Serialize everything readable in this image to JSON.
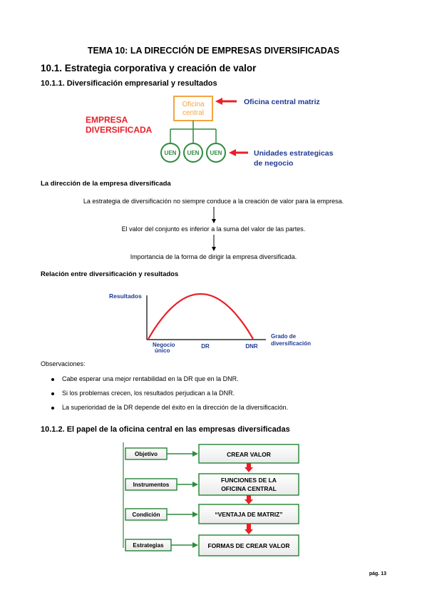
{
  "title": "TEMA 10: LA DIRECCIÓN DE EMPRESAS DIVERSIFICADAS",
  "section_10_1": "10.1.  Estrategia corporativa y creación de valor",
  "section_10_1_1": "10.1.1.   Diversificación empresarial y resultados",
  "diagram1": {
    "empresa_line1": "EMPRESA",
    "empresa_line2": "DIVERSIFICADA",
    "oficina_line1": "Oficina",
    "oficina_line2": "central",
    "oficina_label": "Oficina central  matriz",
    "uen": "UEN",
    "unidades_line1": "Unidades estrategicas",
    "unidades_line2": "de negocio",
    "colors": {
      "red": "#e8202a",
      "orange": "#f2a541",
      "green": "#2e8b3e",
      "blue": "#1f3a93"
    }
  },
  "direccion_heading": "La dirección de la empresa diversificada",
  "flow": [
    "La estrategia de diversificación no siempre conduce a la creación de valor para la empresa.",
    "El valor del conjunto es inferior a la suma del valor de las partes.",
    "Importancia de la forma de dirigir la empresa diversificada."
  ],
  "relacion_heading": "Relación entre diversificación y resultados",
  "chart_data": {
    "type": "line",
    "ylabel": "Resultados",
    "xlabel_line1": "Grado de",
    "xlabel_line2": "diversificación",
    "categories_line1": "Negocio",
    "categories_line2": "único",
    "category_dr": "DR",
    "category_dnr": "DNR",
    "series": [
      {
        "x": [
          0,
          0.5,
          1
        ],
        "y": [
          0,
          1,
          0
        ]
      }
    ],
    "curve_color": "#e8202a"
  },
  "observaciones_heading": "Observaciones:",
  "observaciones": [
    "Cabe esperar una mejor rentabilidad en la DR que en la DNR.",
    "Si los problemas crecen, los resultados perjudican a la DNR.",
    "La superioridad de la DR depende del éxito en la dirección de la diversificación."
  ],
  "section_10_1_2": "10.1.2.   El papel de la oficina central en las empresas diversificadas",
  "oficina_diagram": [
    {
      "label": "Objetivo",
      "box_line1": "CREAR VALOR",
      "box_line2": ""
    },
    {
      "label": "Instrumentos",
      "box_line1": "FUNCIONES DE LA",
      "box_line2": "OFICINA CENTRAL"
    },
    {
      "label": "Condición",
      "box_line1": "“VENTAJA DE MATRIZ”",
      "box_line2": ""
    },
    {
      "label": "Estrategias",
      "box_line1": "FORMAS DE CREAR VALOR",
      "box_line2": ""
    }
  ],
  "page_number": "pág. 13"
}
